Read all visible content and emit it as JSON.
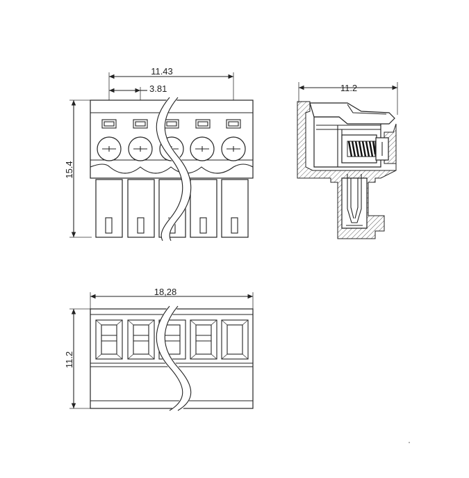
{
  "front_view": {
    "dim_total_pitch": "11.43",
    "dim_pitch": "3.81",
    "dim_height": "15.4"
  },
  "side_view": {
    "dim_depth": "11.2"
  },
  "bottom_view": {
    "dim_width": "18,28",
    "dim_depth": "11.2"
  }
}
